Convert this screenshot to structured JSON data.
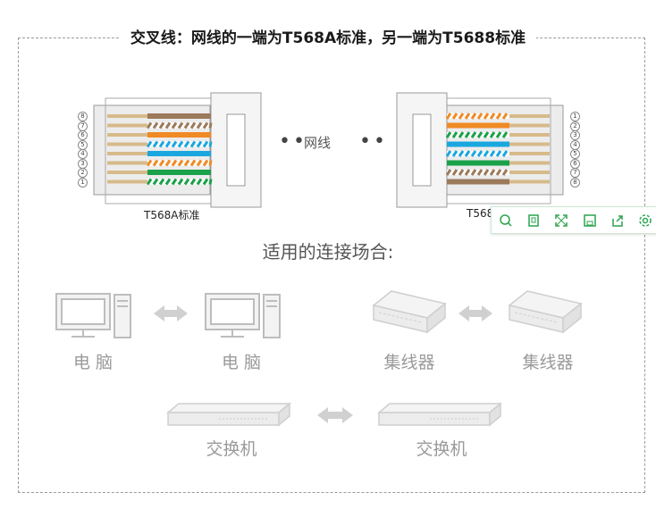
{
  "title": "交叉线：网线的一端为T568A标准，另一端为T5688标准",
  "left_standard_label": "T568A标准",
  "right_standard_label": "T568",
  "cable_label": "网线",
  "section_title": "适用的连接场合:",
  "pin_numbers_left": [
    "8",
    "7",
    "6",
    "5",
    "4",
    "3",
    "2",
    "1"
  ],
  "pin_numbers_right": [
    "1",
    "2",
    "3",
    "4",
    "5",
    "6",
    "7",
    "8"
  ],
  "devices": {
    "pc_left": "电  脑",
    "pc_right": "电  脑",
    "hub_left": "集线器",
    "hub_right": "集线器",
    "switch_left": "交换机",
    "switch_right": "交换机"
  },
  "toolbar": {
    "buttons": [
      "search-zoom-icon",
      "page-icon",
      "fullscreen-icon",
      "save-icon",
      "share-icon",
      "settings-icon"
    ],
    "accent": "#2aa44f"
  },
  "wire_colors": {
    "brown": "#9b7a5a",
    "orange": "#f08a24",
    "green": "#1aa14a",
    "blue": "#1aa7e0",
    "white": "#ffffff",
    "tan": "#d7ba8a"
  }
}
